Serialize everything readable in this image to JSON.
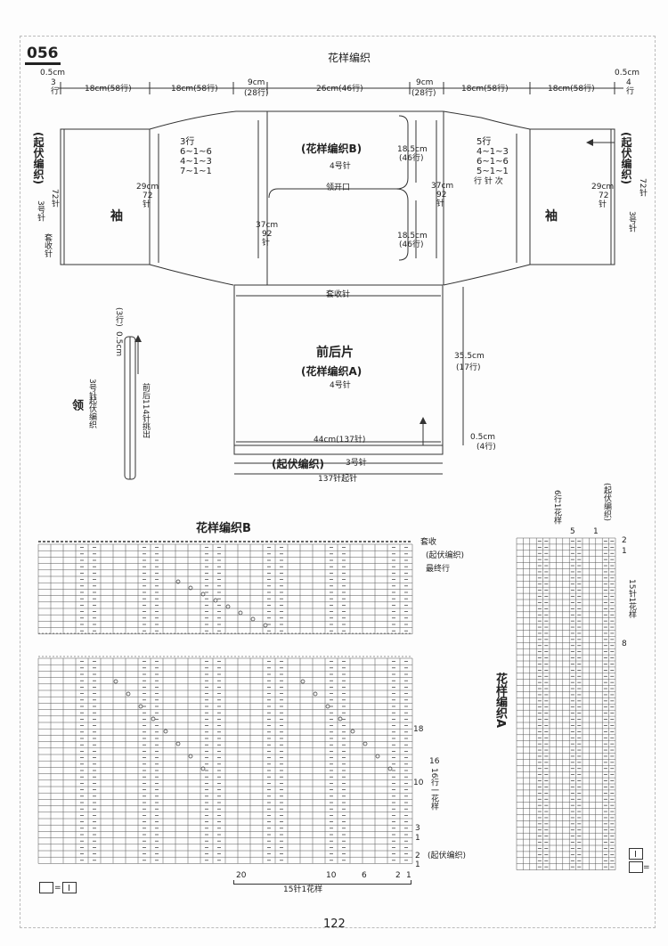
{
  "header": {
    "number": "056",
    "title": "花样编织",
    "page_number": "122"
  },
  "top_dims": [
    "0.5cm",
    "3",
    "行",
    "18cm(58行)",
    "18cm(58行)",
    "9cm",
    "(28行)",
    "26cm(46行)",
    "9cm",
    "(28行)",
    "18cm(58行)",
    "18cm(58行)",
    "0.5cm",
    "4",
    "行"
  ],
  "left_sleeve": {
    "side_text_1": "(起伏编织)",
    "side_text_2": "起伏编织",
    "needles_3": "3号针",
    "needles_72": "72针",
    "cast_off": "套收针",
    "name": "袖",
    "width": "29cm",
    "stitches": "72",
    "stitches_unit": "针",
    "dec": [
      "3行",
      "6~1~6",
      "4~1~3",
      "7~1~1"
    ]
  },
  "right_sleeve": {
    "side_text": "起伏编织",
    "paren": "(起伏编织)",
    "needles": "3号针",
    "stitches_72": "72针",
    "name": "袖",
    "width": "29cm",
    "stitches": "72",
    "stitches_unit": "针",
    "dec": [
      "5行",
      "4~1~3",
      "6~1~6",
      "5~1~1",
      "行 针 次"
    ]
  },
  "center": {
    "pattern_b": "(花样编织B)",
    "needles_4": "4号针",
    "neck_opening": "领开口",
    "h1": "18.5cm",
    "h1_rows": "(46行)",
    "h2": "18.5cm",
    "h2_rows": "(46行)",
    "w_left": "37cm",
    "w_left_st": "92",
    "w_left_unit": "针",
    "w_right": "37cm",
    "w_right_st": "92",
    "w_right_unit": "针"
  },
  "body": {
    "cast_off": "套收针",
    "name": "前后片",
    "pattern_a": "(花样编织A)",
    "needles_4": "4号针",
    "height": "35.5cm",
    "height_rows": "(17行)",
    "hem": "0.5cm",
    "hem_rows": "(4行)",
    "width": "44cm(137针)",
    "hem_pattern": "(起伏编织)",
    "hem_needles": "3号针",
    "cast_on": "137针起针"
  },
  "collar": {
    "name": "领",
    "pattern": "起伏编织",
    "needles": "3号针",
    "pickup": "前后114针挑出",
    "h": "0.5cm",
    "h_rows": "(3行)"
  },
  "chart_b": {
    "title": "花样编织B",
    "right_labels": [
      "套收",
      "(起伏编织)",
      "最终行"
    ],
    "row_numbers": [
      "18",
      "16",
      "10",
      "3",
      "1",
      "2",
      "1"
    ],
    "repeat": "16行一花样",
    "bottom_label": "(起伏编织)",
    "col_numbers": [
      "20",
      "10",
      "6",
      "2",
      "1"
    ],
    "stitch_repeat": "15针1花样",
    "legend_eq": "="
  },
  "chart_a": {
    "title": "花样编织A",
    "top_labels": [
      "6行1花样",
      "(起伏编织)"
    ],
    "top_nums": [
      "5",
      "1"
    ],
    "side_label": "15针1花样",
    "side_nums": [
      "2",
      "1",
      "8"
    ],
    "legend_eq": "="
  },
  "chart_data": [
    {
      "type": "table",
      "title": "花样编织B",
      "columns": 30,
      "stitch_repeat": "15针1花样",
      "row_repeat": "16行一花样"
    },
    {
      "type": "table",
      "title": "花样编织A",
      "columns": 15,
      "stitch_repeat": "15针1花样",
      "row_repeat": "6行1花样"
    }
  ]
}
